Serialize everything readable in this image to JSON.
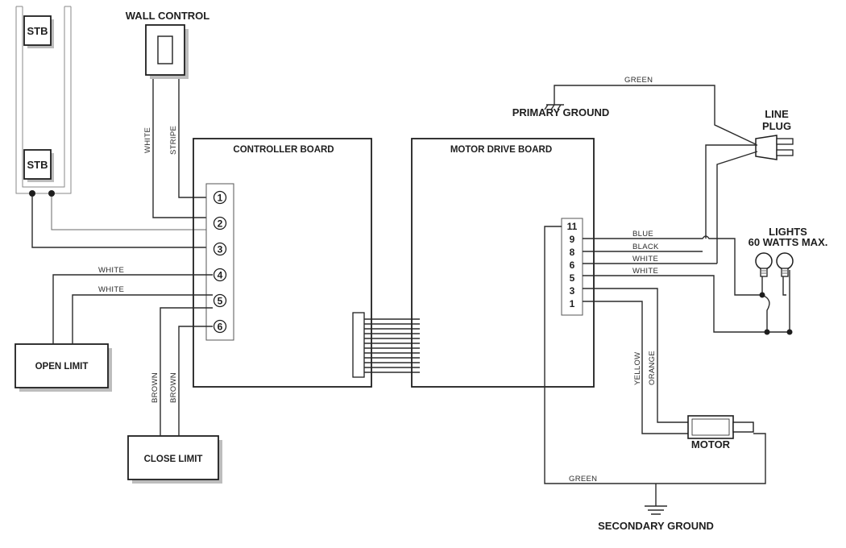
{
  "components": {
    "stb_top": "STB",
    "stb_bottom": "STB",
    "wall_control": "WALL CONTROL",
    "controller_board": "CONTROLLER BOARD",
    "motor_drive_board": "MOTOR DRIVE BOARD",
    "open_limit": "OPEN LIMIT",
    "close_limit": "CLOSE LIMIT",
    "primary_ground": "PRIMARY GROUND",
    "secondary_ground": "SECONDARY GROUND",
    "line_plug_1": "LINE",
    "line_plug_2": "PLUG",
    "lights_1": "LIGHTS",
    "lights_2": "60 WATTS MAX.",
    "motor": "MOTOR"
  },
  "controller_terminals": [
    "1",
    "2",
    "3",
    "4",
    "5",
    "6"
  ],
  "motor_terminals": [
    "11",
    "9",
    "8",
    "6",
    "5",
    "3",
    "1"
  ],
  "wires": {
    "wall_white": "WHITE",
    "wall_stripe": "STRIPE",
    "open_white_1": "WHITE",
    "open_white_2": "WHITE",
    "close_brown_1": "BROWN",
    "close_brown_2": "BROWN",
    "primary_green": "GREEN",
    "secondary_green": "GREEN",
    "blue": "BLUE",
    "black": "BLACK",
    "white_6": "WHITE",
    "white_5": "WHITE",
    "yellow": "YELLOW",
    "orange": "ORANGE"
  }
}
